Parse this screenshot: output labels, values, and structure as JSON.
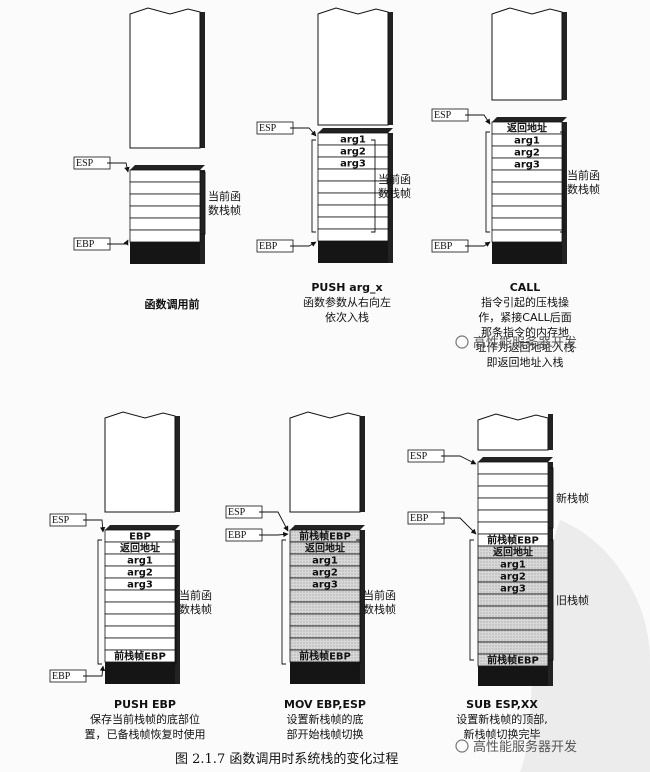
{
  "figure_caption": "图 2.1.7    函数调用时系统栈的变化过程",
  "registers": {
    "esp": "ESP",
    "ebp": "EBP"
  },
  "frame_labels": {
    "current_frame": [
      "当前函",
      "数栈帧"
    ],
    "new_frame": "新栈帧",
    "old_frame": "旧栈帧"
  },
  "watermark": "高性能服务器开发",
  "cells": {
    "return_address": "返回地址",
    "arg1": "arg1",
    "arg2": "arg2",
    "arg3": "arg3",
    "ebp": "EBP",
    "prev_ebp": "前栈帧EBP"
  },
  "steps": [
    {
      "id": "before",
      "title": "",
      "caption": [
        "函数调用前"
      ]
    },
    {
      "id": "push_arg",
      "title": "PUSH arg_x",
      "caption": [
        "函数参数从右向左",
        "依次入栈"
      ]
    },
    {
      "id": "call",
      "title": "CALL",
      "caption": [
        "指令引起的压栈操",
        "作，紧接CALL后面",
        "那条指令的内存地",
        "址作为返回地址入栈",
        "即返回地址入栈"
      ]
    },
    {
      "id": "push_ebp",
      "title": "PUSH EBP",
      "caption": [
        "保存当前栈帧的底部位",
        "置，已备栈帧恢复时使用"
      ]
    },
    {
      "id": "mov_ebp",
      "title": "MOV EBP,ESP",
      "caption": [
        "设置新栈帧的底",
        "部开始栈帧切换"
      ]
    },
    {
      "id": "sub_esp",
      "title": "SUB ESP,XX",
      "caption": [
        "设置新栈帧的顶部,",
        "新栈帧切换完毕"
      ]
    }
  ]
}
